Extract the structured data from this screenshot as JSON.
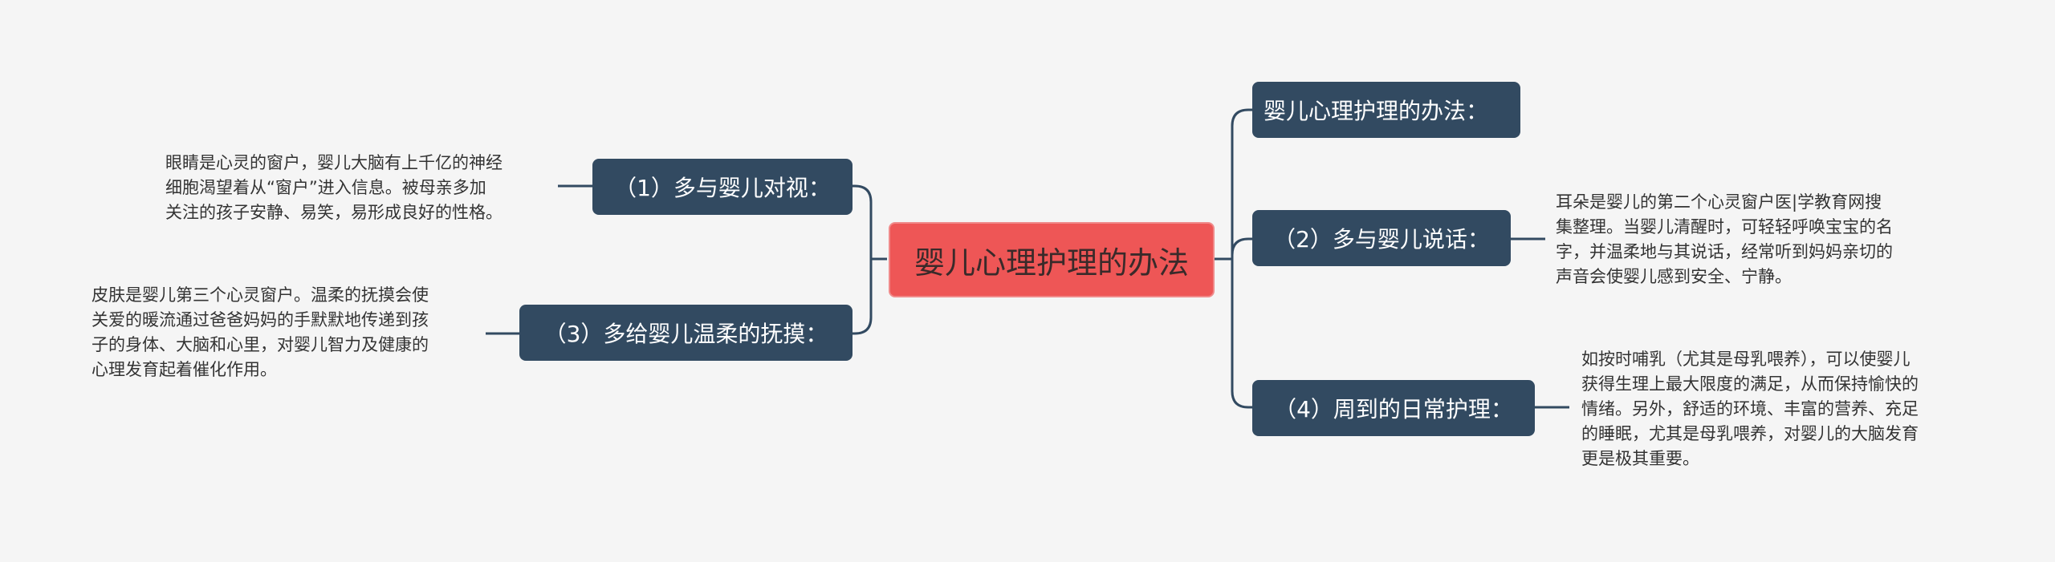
{
  "root": {
    "label": "婴儿心理护理的办法"
  },
  "branches": [
    {
      "id": "b0",
      "label": "婴儿心理护理的办法：",
      "detail": ""
    },
    {
      "id": "b1",
      "label": "（1）多与婴儿对视：",
      "detail": "眼睛是心灵的窗户，婴儿大脑有上千亿的神经\n细胞渴望着从“窗户”进入信息。被母亲多加\n关注的孩子安静、易笑，易形成良好的性格。"
    },
    {
      "id": "b2",
      "label": "（2）多与婴儿说话：",
      "detail": "耳朵是婴儿的第二个心灵窗户医|学教育网搜\n集整理。当婴儿清醒时，可轻轻呼唤宝宝的名\n字，并温柔地与其说话，经常听到妈妈亲切的\n声音会使婴儿感到安全、宁静。"
    },
    {
      "id": "b3",
      "label": "（3）多给婴儿温柔的抚摸：",
      "detail": "皮肤是婴儿第三个心灵窗户。温柔的抚摸会使\n关爱的暖流通过爸爸妈妈的手默默地传递到孩\n子的身体、大脑和心里，对婴儿智力及健康的\n心理发育起着催化作用。"
    },
    {
      "id": "b4",
      "label": "（4）周到的日常护理：",
      "detail": "如按时哺乳（尤其是母乳喂养），可以使婴儿\n获得生理上最大限度的满足，从而保持愉快的\n情绪。另外，舒适的环境、丰富的营养、充足\n的睡眠，尤其是母乳喂养，对婴儿的大脑发育\n更是极其重要。"
    }
  ],
  "colors": {
    "root_fill": "#ee5656",
    "branch_fill": "#324a61",
    "connector": "#324a61",
    "background": "#f5f5f5"
  }
}
